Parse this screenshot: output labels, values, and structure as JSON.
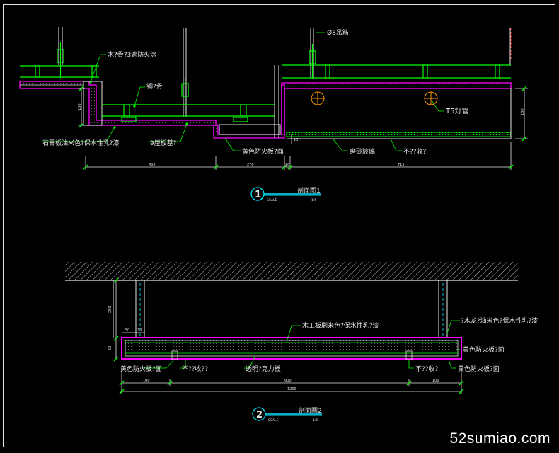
{
  "section1": {
    "labels": {
      "wood_keel": "木?骨?3遍防火涂",
      "steel_keel": "钢?骨",
      "rod": "Ø8吊筋",
      "t5": "T5灯管",
      "gypsum": "石膏板油米色?保水性乳?漆",
      "plywood": "9厘板基?",
      "fireboard": "黄色防火板?面",
      "glass": "磨砂玻璃",
      "steel_edge": "不??收?"
    },
    "dims": {
      "h_left": "150",
      "h_right": "180",
      "h_small": "20",
      "w1": "450",
      "w2": "270",
      "w3": "20",
      "w4": "715"
    },
    "title": "剖面图1",
    "scale_label": "SCALE",
    "scale": "1:5",
    "number": "1"
  },
  "section2": {
    "labels": {
      "wood_board": "木工板刷米色?保水性乳?漆",
      "wood_keel": "?木龙?油米色?保水性乳?漆",
      "fire_right": "黄色防火板?面",
      "fire_left": "黄色防火板?面",
      "steel_left": "不??收??",
      "acrylic": "透明?克力板",
      "steel_right": "不??收?",
      "fire_right2": "黄色防火板?面"
    },
    "dims": {
      "h1": "250",
      "h2": "50",
      "w_small": "50",
      "w_small2": "30",
      "w1": "100",
      "w2": "900",
      "w3": "100",
      "total": "1200"
    },
    "title": "剖面图2",
    "scale_label": "SCALE",
    "scale": "1:5",
    "number": "2"
  },
  "watermark": "52sumiao.com",
  "colors": {
    "white": "#e6e6e6",
    "green": "#00ff00",
    "cyan": "#00e5ff",
    "magenta": "#ff00ff",
    "red": "#ff3030",
    "yellow": "#ffff00",
    "orange": "#ff9900",
    "gray": "#9a9a9a"
  }
}
